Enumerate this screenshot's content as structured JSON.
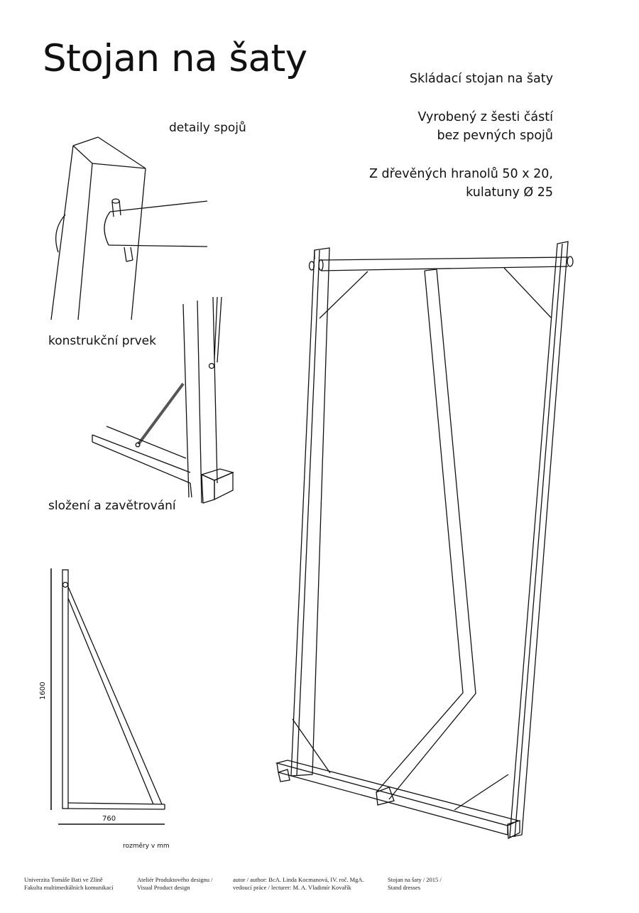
{
  "title": "Stojan na šaty",
  "description": {
    "subtitle": "Skládací stojan na šaty",
    "parts_line1": "Vyrobený z šesti částí",
    "parts_line2": "bez pevných spojů",
    "material_line1": "Z dřevěných hranolů 50 x 20,",
    "material_line2": "kulatuny Ø 25"
  },
  "labels": {
    "joints": "detaily spojů",
    "construction": "konstrukční prvek",
    "folding": "složení a zavětrování"
  },
  "dimensions": {
    "height": "1600",
    "width": "760",
    "unit_note": "rozměry v mm"
  },
  "footer": {
    "col1_line1": "Univerzita Tomáše Bati ve Zlíně",
    "col1_line2": "Fakulta multimediálních komunikací",
    "col2_line1": "Ateliér Produktového designu /",
    "col2_line2": "Visual Product design",
    "col3_line1": "autor / author: BcA. Linda Kocmanová, IV. roč. MgA.",
    "col3_line2": "vedoucí práce / lecturer: M. A. Vladimír Kovařík",
    "col4_line1": "Stojan na šaty / 2015 /",
    "col4_line2": "Stand dresses"
  }
}
